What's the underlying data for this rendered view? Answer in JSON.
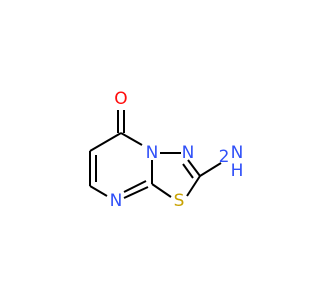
{
  "molecule": {
    "atoms": {
      "oxygen": {
        "label": "O",
        "color": "#ff0d0d"
      },
      "n_bridge": {
        "label": "N",
        "color": "#3050f8"
      },
      "n_ring": {
        "label": "N",
        "color": "#3050f8"
      },
      "n_pyrimidine": {
        "label": "N",
        "color": "#3050f8"
      },
      "sulfur": {
        "label": "S",
        "color": "#c8a200"
      },
      "amine": {
        "label_n": "N",
        "label_h": "H",
        "label_sub": "2",
        "color": "#3050f8"
      }
    },
    "bond_color": "#000000"
  }
}
